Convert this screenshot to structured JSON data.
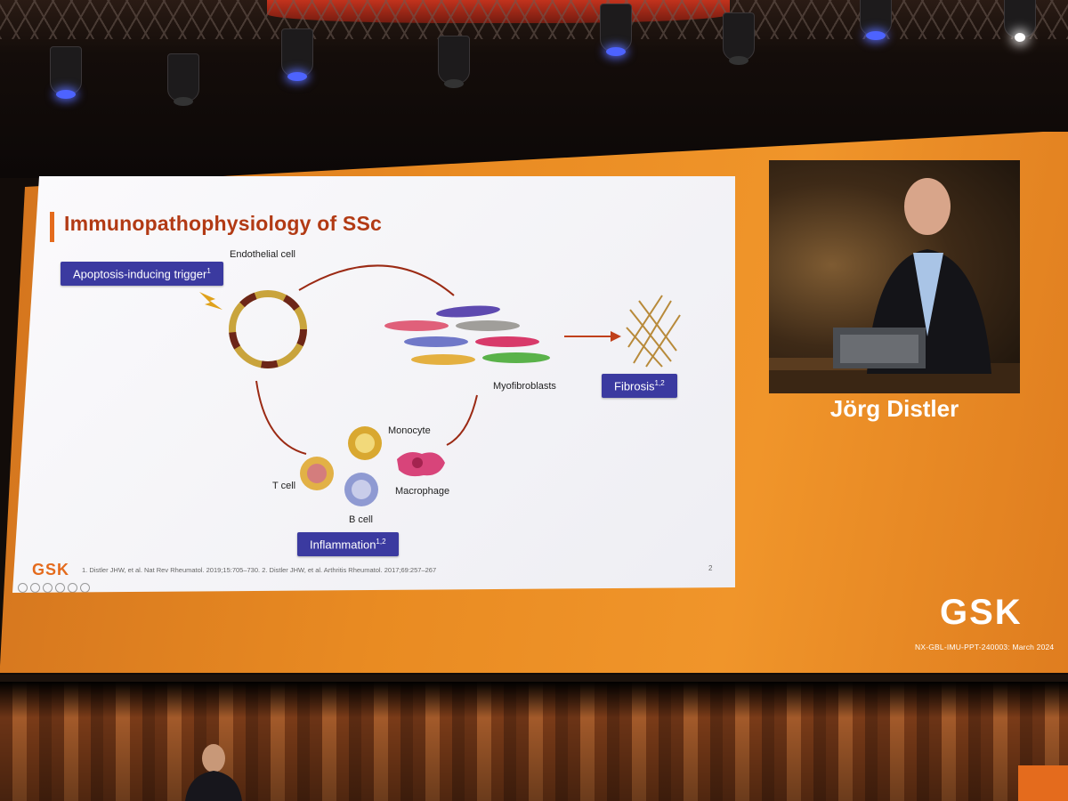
{
  "slide": {
    "title": "Immunopathophysiology of SSc",
    "tags": {
      "trigger": "Apoptosis-inducing trigger",
      "trigger_sup": "1",
      "fibrosis": "Fibrosis",
      "fibrosis_sup": "1,2",
      "inflammation": "Inflammation",
      "inflammation_sup": "1,2"
    },
    "labels": {
      "endothelial": "Endothelial cell",
      "myofibroblasts": "Myofibroblasts",
      "monocyte": "Monocyte",
      "macrophage": "Macrophage",
      "tcell": "T cell",
      "bcell": "B cell"
    },
    "footnote": "1. Distler JHW, et al. Nat Rev Rheumatol. 2019;15:705–730. 2. Distler JHW, et al. Arthritis Rheumatol. 2017;69:257–267",
    "slide_number": "2",
    "logo": "GSK",
    "colors": {
      "title": "#b23a14",
      "tag": "#3b3aa0",
      "accent": "#e46b1d"
    }
  },
  "speaker": {
    "name": "Jörg Distler"
  },
  "screen": {
    "logo": "GSK",
    "doc_code": "NX-GBL-IMU-PPT-240003: March 2024",
    "background": "#e98b22"
  }
}
